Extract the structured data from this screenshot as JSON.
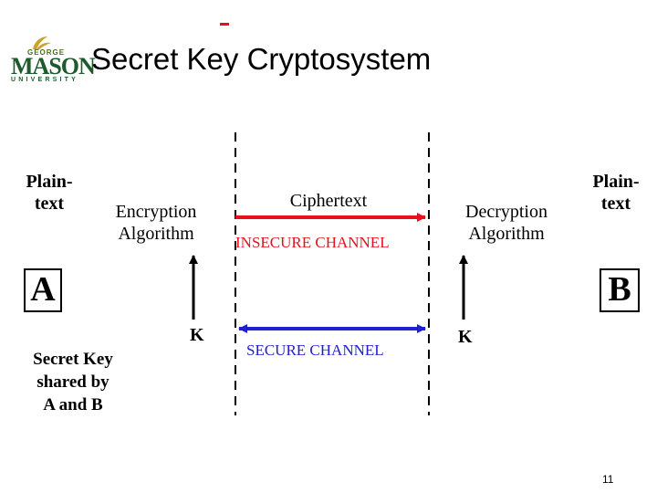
{
  "logo": {
    "george": "GEORGE",
    "mason": "MASON",
    "university": "UNIVERSITY"
  },
  "slide": {
    "title": "Secret Key Cryptosystem",
    "page_number": "11"
  },
  "diagram": {
    "plaintext_left": "Plain-\ntext",
    "plaintext_right": "Plain-\ntext",
    "encryption": "Encryption\nAlgorithm",
    "decryption": "Decryption\nAlgorithm",
    "ciphertext": "Ciphertext",
    "insecure_channel": "INSECURE CHANNEL",
    "secure_channel": "SECURE CHANNEL",
    "party_a": "A",
    "party_b": "B",
    "key_left": "K",
    "key_right": "K",
    "secret_key_note": "Secret Key\nshared by\nA and B"
  },
  "colors": {
    "insecure": "#e8111b",
    "secure": "#2020d0",
    "logo_green": "#1f5a2c",
    "logo_gold": "#c9a227"
  }
}
